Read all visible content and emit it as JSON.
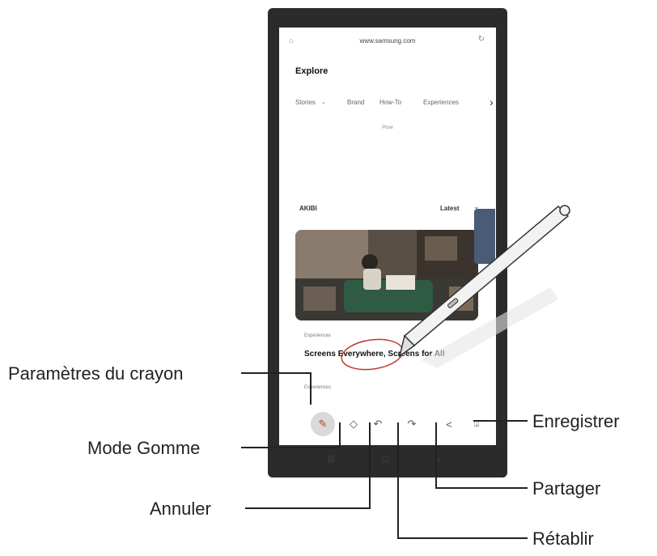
{
  "browser": {
    "url": "www.samsung.com"
  },
  "page": {
    "title": "Explore",
    "tabs": [
      "Stories",
      "Brand",
      "How-To",
      "Experiences"
    ],
    "sub_label": "Pose",
    "section_label": "AKIBI",
    "sort_label": "Latest"
  },
  "card": {
    "kicker": "Experiences",
    "title": "Screens Everywhere, Screens for All",
    "meta": "Experiences"
  },
  "callouts": {
    "pen_settings": "Paramètres du crayon",
    "eraser_mode": "Mode Gomme",
    "undo": "Annuler",
    "redo": "Rétablir",
    "share": "Partager",
    "save": "Enregistrer"
  },
  "icons": {
    "home": "home-icon",
    "reload": "reload-icon",
    "pen": "pen-icon",
    "eraser": "eraser-icon",
    "undo": "undo-icon",
    "redo": "redo-icon",
    "share": "share-icon",
    "save": "save-icon"
  },
  "colors": {
    "annotation_ink": "#c0392b",
    "callout_line": "#222222"
  }
}
